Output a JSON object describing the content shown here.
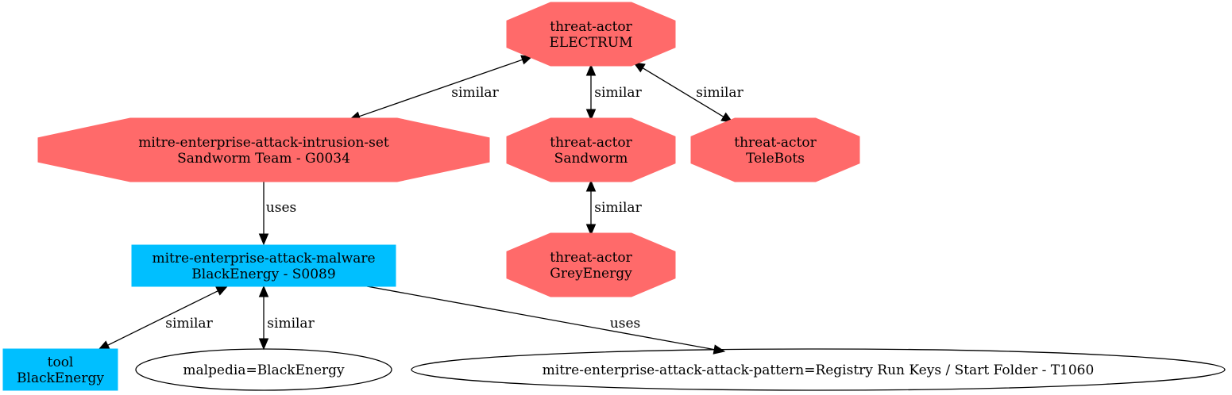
{
  "graph": {
    "type": "directed-graph",
    "colors": {
      "threat_actor_fill": "#ff6a6a",
      "malware_tool_fill": "#00bfff",
      "ellipse_stroke": "#000000",
      "edge": "#000000"
    },
    "nodes": [
      {
        "id": "electrum",
        "shape": "octagon",
        "fill": "#ff6a6a",
        "lines": [
          "threat-actor",
          "ELECTRUM"
        ]
      },
      {
        "id": "sandworm-team",
        "shape": "octagon",
        "fill": "#ff6a6a",
        "lines": [
          "mitre-enterprise-attack-intrusion-set",
          "Sandworm Team - G0034"
        ]
      },
      {
        "id": "sandworm",
        "shape": "octagon",
        "fill": "#ff6a6a",
        "lines": [
          "threat-actor",
          "Sandworm"
        ]
      },
      {
        "id": "telebots",
        "shape": "octagon",
        "fill": "#ff6a6a",
        "lines": [
          "threat-actor",
          "TeleBots"
        ]
      },
      {
        "id": "greyenergy",
        "shape": "octagon",
        "fill": "#ff6a6a",
        "lines": [
          "threat-actor",
          "GreyEnergy"
        ]
      },
      {
        "id": "blackenergy-malware",
        "shape": "box",
        "fill": "#00bfff",
        "lines": [
          "mitre-enterprise-attack-malware",
          "BlackEnergy - S0089"
        ]
      },
      {
        "id": "blackenergy-tool",
        "shape": "box",
        "fill": "#00bfff",
        "lines": [
          "tool",
          "BlackEnergy"
        ]
      },
      {
        "id": "malpedia",
        "shape": "ellipse",
        "fill": "none",
        "lines": [
          "malpedia=BlackEnergy"
        ]
      },
      {
        "id": "attack-pattern",
        "shape": "ellipse",
        "fill": "none",
        "lines": [
          "mitre-enterprise-attack-attack-pattern=Registry Run Keys / Start Folder - T1060"
        ]
      }
    ],
    "edges": [
      {
        "from": "electrum",
        "to": "sandworm-team",
        "label": "similar",
        "dir": "both"
      },
      {
        "from": "electrum",
        "to": "sandworm",
        "label": "similar",
        "dir": "both"
      },
      {
        "from": "electrum",
        "to": "telebots",
        "label": "similar",
        "dir": "both"
      },
      {
        "from": "sandworm",
        "to": "greyenergy",
        "label": "similar",
        "dir": "both"
      },
      {
        "from": "sandworm-team",
        "to": "blackenergy-malware",
        "label": "uses",
        "dir": "forward"
      },
      {
        "from": "blackenergy-malware",
        "to": "blackenergy-tool",
        "label": "similar",
        "dir": "both"
      },
      {
        "from": "blackenergy-malware",
        "to": "malpedia",
        "label": "similar",
        "dir": "both"
      },
      {
        "from": "blackenergy-malware",
        "to": "attack-pattern",
        "label": "uses",
        "dir": "forward"
      }
    ]
  }
}
